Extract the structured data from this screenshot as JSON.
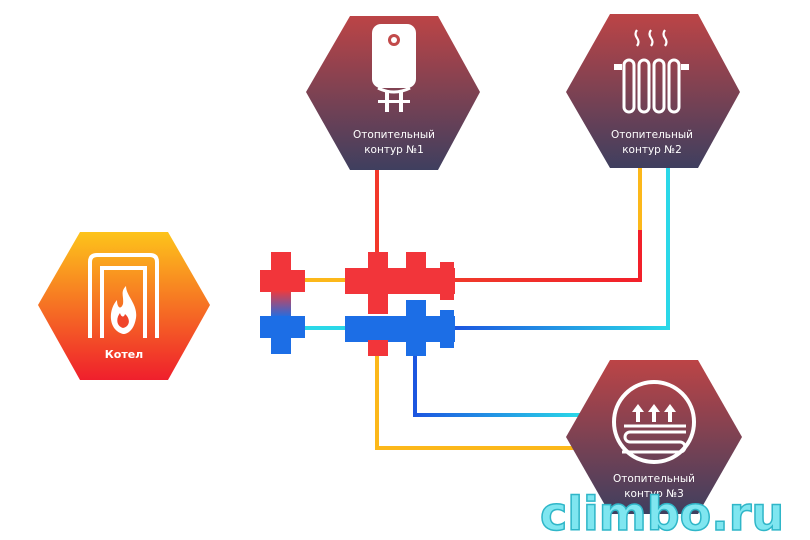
{
  "boiler": {
    "label": "Котел",
    "icon": "boiler-fire-icon"
  },
  "circuits": [
    {
      "label_line1": "Отопительный",
      "label_line2": "контур  №1",
      "icon": "water-heater-icon"
    },
    {
      "label_line1": "Отопительный",
      "label_line2": "контур  №2",
      "icon": "radiator-icon"
    },
    {
      "label_line1": "Отопительный",
      "label_line2": "контур  №3",
      "icon": "underfloor-heating-icon"
    }
  ],
  "watermark": "climbo.ru",
  "colors": {
    "hex_circuit_top": "#b84446",
    "hex_circuit_bottom": "#43405e",
    "boiler_top": "#fcc21a",
    "boiler_bottom": "#f0212c",
    "supply": "#f02a2a",
    "return": "#1c6ee6",
    "cold_pipe": "#2ad8e8",
    "warm_pipe": "#fcb81a"
  }
}
